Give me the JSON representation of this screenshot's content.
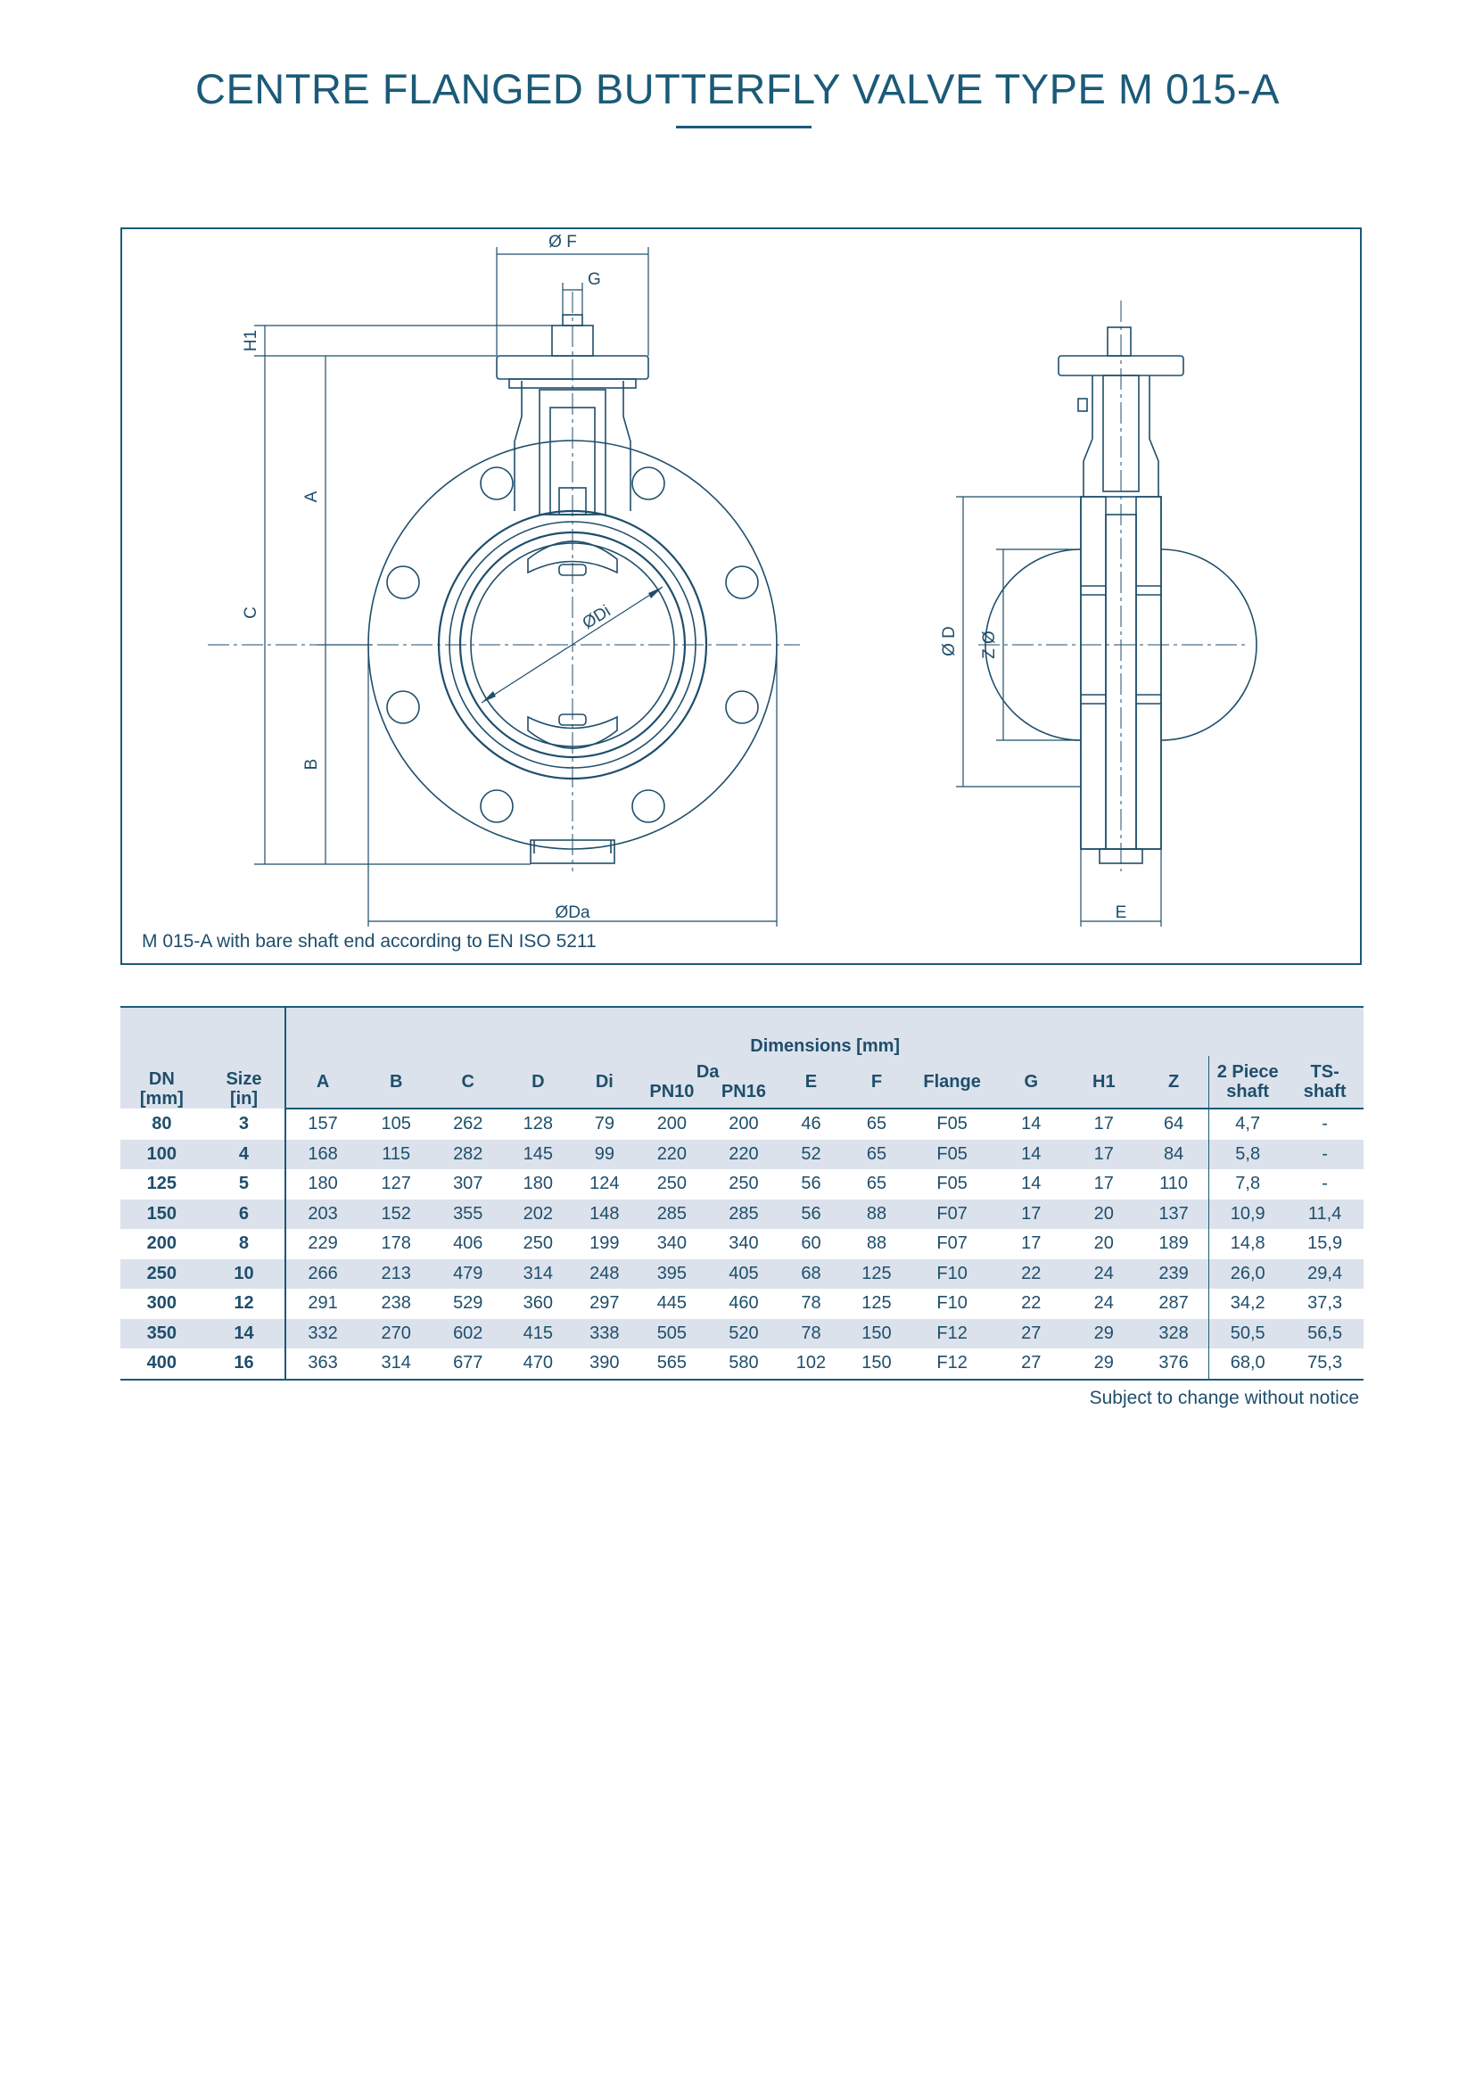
{
  "title": "CENTRE FLANGED BUTTERFLY VALVE TYPE M 015-A",
  "drawing": {
    "caption": "M 015-A with bare shaft end according to EN ISO 5211",
    "labels": {
      "F": "Ø F",
      "G": "G",
      "H1": "H1",
      "A": "A",
      "C": "C",
      "B": "B",
      "Di": "ØDi",
      "Da": "ØDa",
      "D": "Ø D",
      "Z": "Z Ø",
      "E": "E"
    }
  },
  "table": {
    "group_header": "Dimensions [mm]",
    "headers": {
      "dn": "DN",
      "dn_unit": "[mm]",
      "size": "Size",
      "size_unit": "[in]",
      "a": "A",
      "b": "B",
      "c": "C",
      "d": "D",
      "di": "Di",
      "da": "Da",
      "pn10": "PN10",
      "pn16": "PN16",
      "e": "E",
      "f": "F",
      "flange": "Flange",
      "g": "G",
      "h1": "H1",
      "z": "Z",
      "two_piece": "2 Piece",
      "two_piece_b": "shaft",
      "ts": "TS-",
      "ts_b": "shaft"
    },
    "rows": [
      [
        "80",
        "3",
        "157",
        "105",
        "262",
        "128",
        "79",
        "200",
        "200",
        "46",
        "65",
        "F05",
        "14",
        "17",
        "64",
        "4,7",
        "-"
      ],
      [
        "100",
        "4",
        "168",
        "115",
        "282",
        "145",
        "99",
        "220",
        "220",
        "52",
        "65",
        "F05",
        "14",
        "17",
        "84",
        "5,8",
        "-"
      ],
      [
        "125",
        "5",
        "180",
        "127",
        "307",
        "180",
        "124",
        "250",
        "250",
        "56",
        "65",
        "F05",
        "14",
        "17",
        "110",
        "7,8",
        "-"
      ],
      [
        "150",
        "6",
        "203",
        "152",
        "355",
        "202",
        "148",
        "285",
        "285",
        "56",
        "88",
        "F07",
        "17",
        "20",
        "137",
        "10,9",
        "11,4"
      ],
      [
        "200",
        "8",
        "229",
        "178",
        "406",
        "250",
        "199",
        "340",
        "340",
        "60",
        "88",
        "F07",
        "17",
        "20",
        "189",
        "14,8",
        "15,9"
      ],
      [
        "250",
        "10",
        "266",
        "213",
        "479",
        "314",
        "248",
        "395",
        "405",
        "68",
        "125",
        "F10",
        "22",
        "24",
        "239",
        "26,0",
        "29,4"
      ],
      [
        "300",
        "12",
        "291",
        "238",
        "529",
        "360",
        "297",
        "445",
        "460",
        "78",
        "125",
        "F10",
        "22",
        "24",
        "287",
        "34,2",
        "37,3"
      ],
      [
        "350",
        "14",
        "332",
        "270",
        "602",
        "415",
        "338",
        "505",
        "520",
        "78",
        "150",
        "F12",
        "27",
        "29",
        "328",
        "50,5",
        "56,5"
      ],
      [
        "400",
        "16",
        "363",
        "314",
        "677",
        "470",
        "390",
        "565",
        "580",
        "102",
        "150",
        "F12",
        "27",
        "29",
        "376",
        "68,0",
        "75,3"
      ]
    ]
  },
  "note": "Subject to change without notice",
  "colors": {
    "accent": "#1b5a78",
    "stripe": "#dbe2ec"
  }
}
